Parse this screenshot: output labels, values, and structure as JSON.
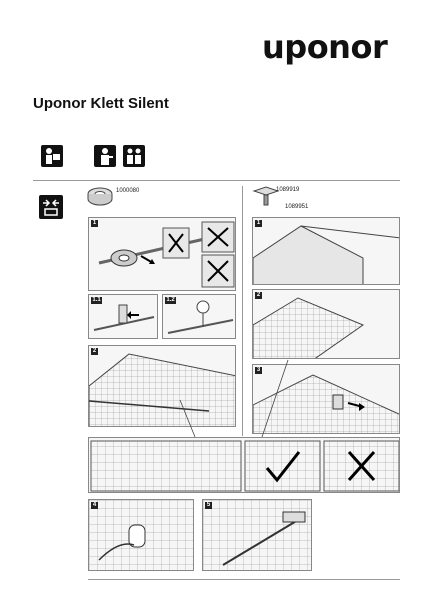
{
  "brand": {
    "logo_text": "uponor"
  },
  "document": {
    "title": "Uponor Klett Silent"
  },
  "parts": {
    "left_code": "1000080",
    "right_code_1": "1089919",
    "right_code_2": "1089951"
  },
  "steps": {
    "s1": "1",
    "s1a": "1.1",
    "s1b": "1.2",
    "s2": "2",
    "r1": "1",
    "r2": "2",
    "r3": "3",
    "s4": "4",
    "s5": "5"
  },
  "icons": {
    "header": [
      "read-manual-icon",
      "installer-icon",
      "two-people-icon"
    ],
    "section": "compress-arrows-icon"
  }
}
